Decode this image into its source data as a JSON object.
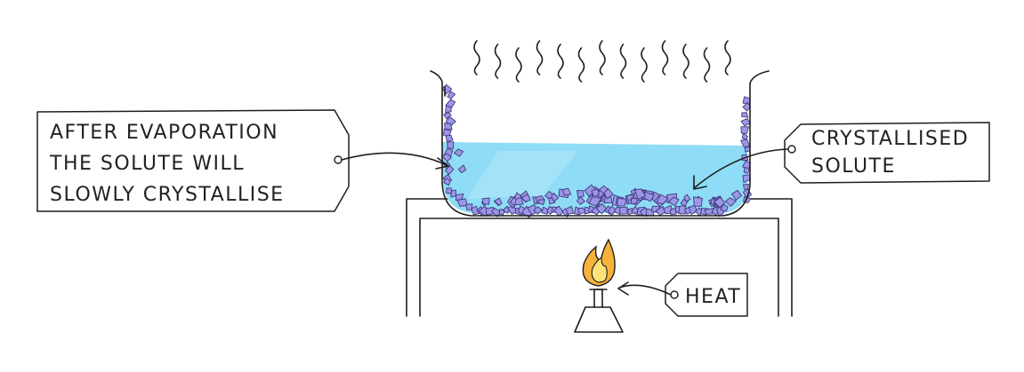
{
  "labels": {
    "after_evaporation": [
      "AFTER EVAPORATION",
      "THE SOLUTE WILL",
      "SLOWLY CRYSTALLISE"
    ],
    "crystallised_solute": [
      "CRYSTALLISED",
      "SOLUTE"
    ],
    "heat": "HEAT"
  },
  "colors": {
    "solution": "#8fdcf6",
    "solution_highlight": "#b4e8fa",
    "crystals": "#9c95e8",
    "crystal_outline": "#3d3a7a",
    "flame_outer": "#f7b23b",
    "flame_inner": "#fbe37a",
    "ink": "#1e1e1e"
  },
  "icons": {
    "steam": "steam-wave-icon",
    "flame": "flame-icon",
    "burner": "bunsen-burner-icon"
  }
}
